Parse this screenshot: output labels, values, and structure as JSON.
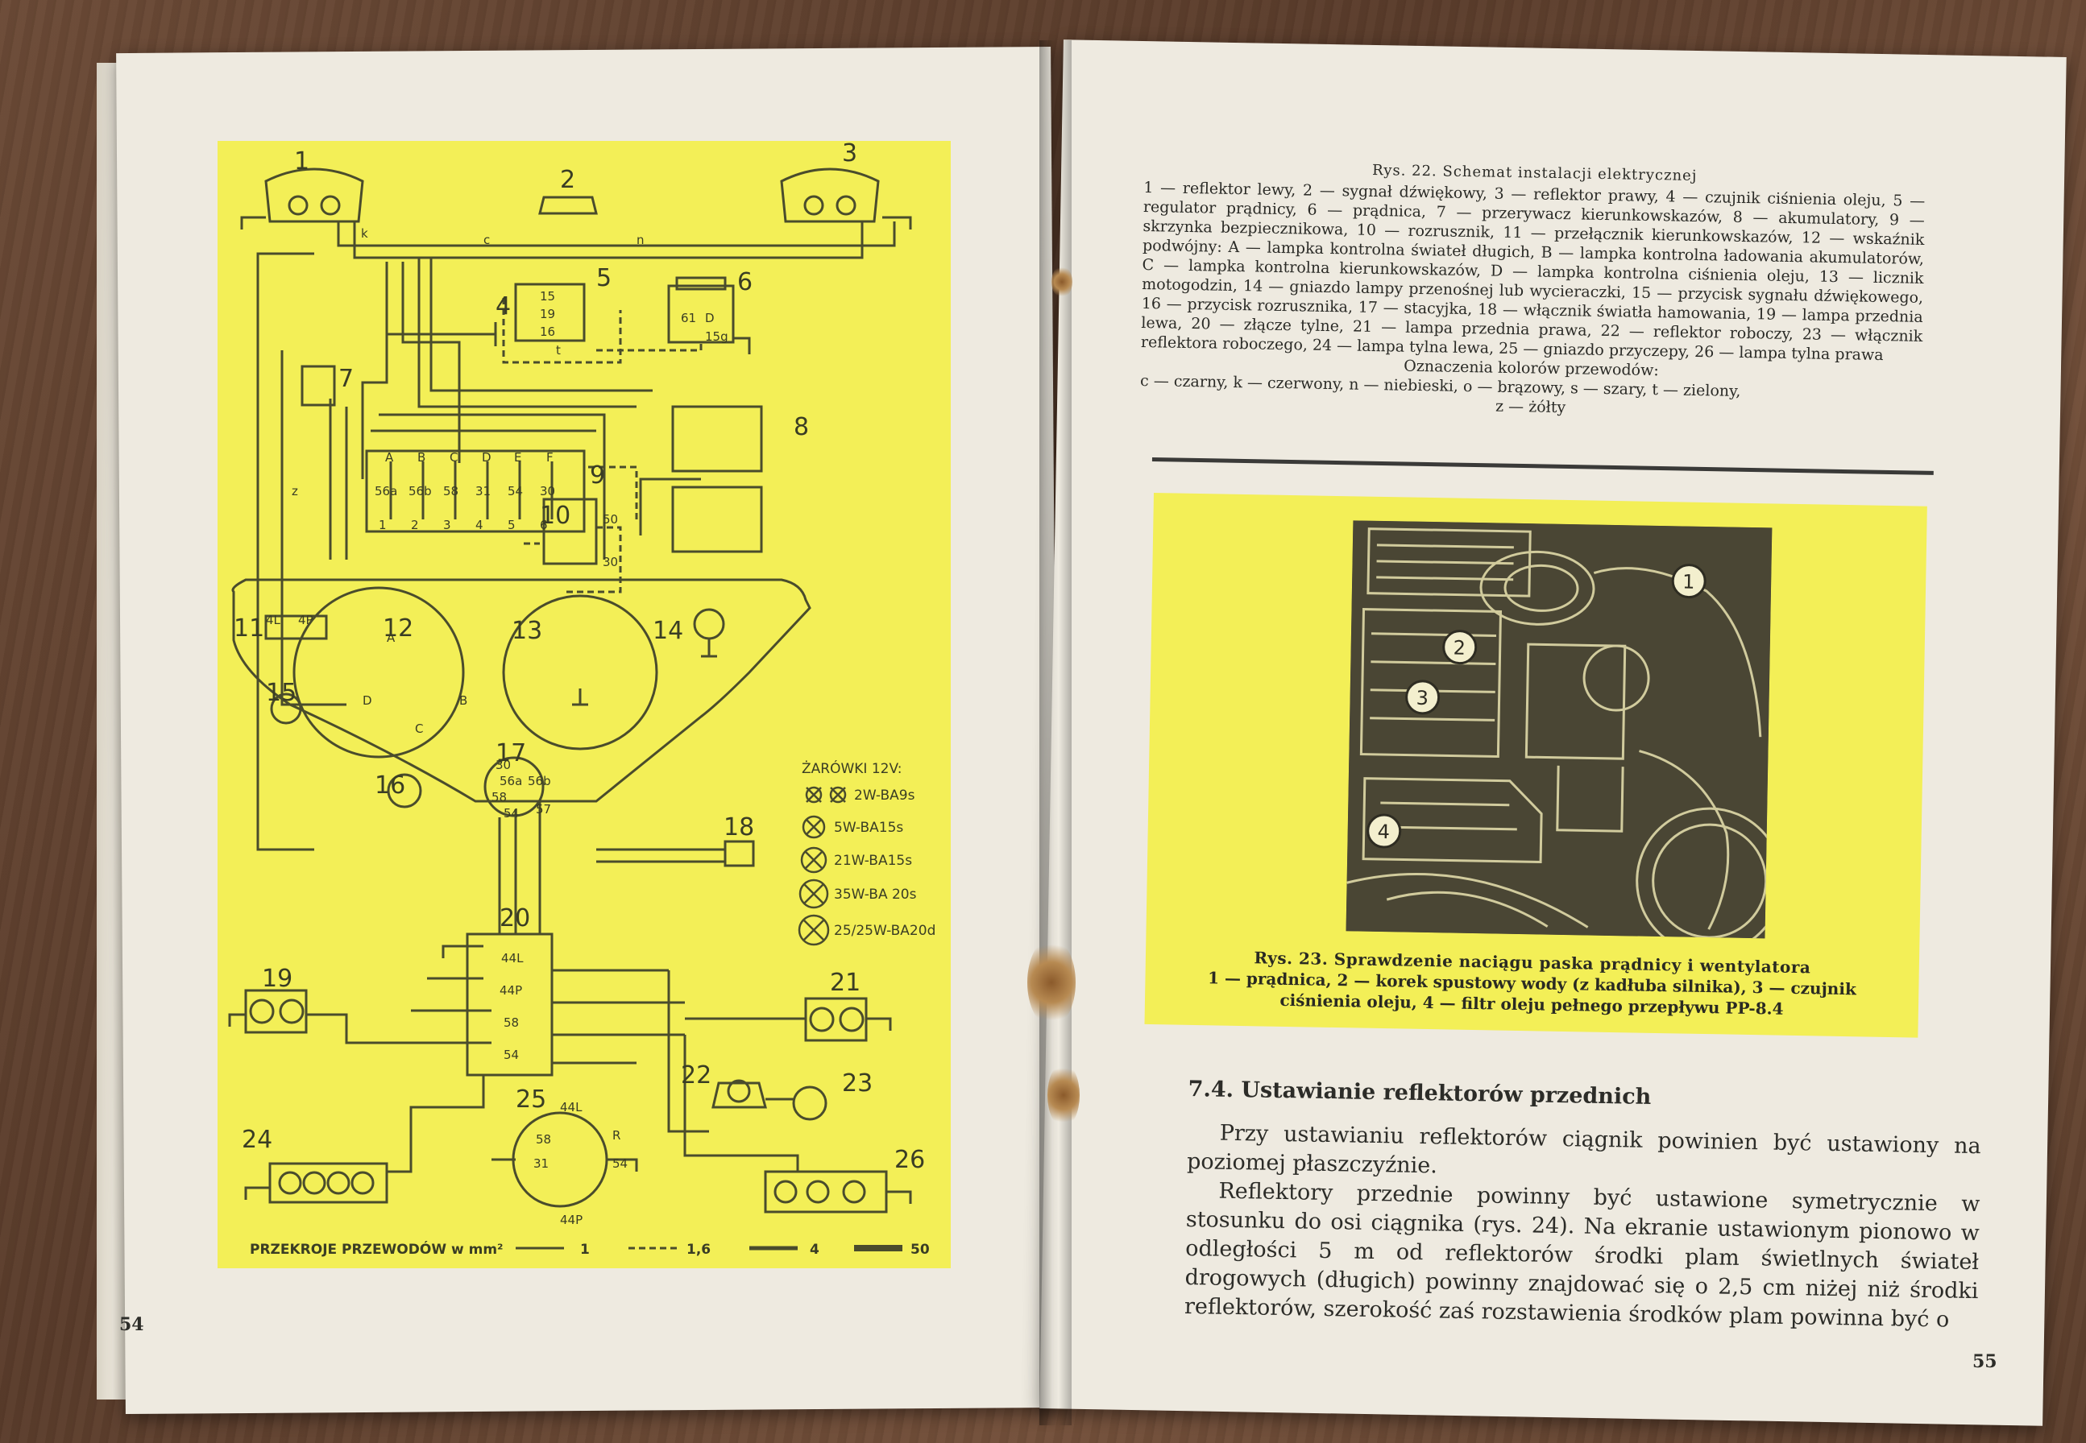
{
  "left_page": {
    "page_number": "54",
    "diagram": {
      "component_numbers": [
        "1",
        "2",
        "3",
        "4",
        "5",
        "6",
        "7",
        "8",
        "9",
        "10",
        "11",
        "12",
        "13",
        "14",
        "15",
        "16",
        "17",
        "18",
        "19",
        "20",
        "21",
        "22",
        "23",
        "24",
        "25",
        "26"
      ],
      "labels": {
        "fuse_box_top": [
          "A",
          "B",
          "C",
          "D",
          "E",
          "F"
        ],
        "fuse_box_bottom": [
          "1",
          "2",
          "3",
          "4",
          "5",
          "6"
        ],
        "fuse_box_inner": [
          "56a",
          "56b",
          "58",
          "31",
          "54",
          "30"
        ],
        "comp5_terminals": [
          "15",
          "19",
          "16"
        ],
        "comp6_terminals": [
          "61",
          "D",
          "15g"
        ],
        "comp10_terminals": [
          "50",
          "30"
        ],
        "comp11_labels": [
          "4L",
          "4P"
        ],
        "comp12_labels": [
          "A",
          "B",
          "C",
          "D"
        ],
        "comp17_terminals": [
          "30",
          "56a",
          "56b",
          "58",
          "54",
          "57"
        ],
        "socket20_terminals": [
          "44L",
          "44P",
          "58",
          "54"
        ],
        "socket25_terminals": [
          "44L",
          "58",
          "31",
          "R",
          "54",
          "44P"
        ],
        "wire_colors": [
          "c",
          "k",
          "n",
          "z",
          "t"
        ]
      },
      "bulb_legend": {
        "title": "ŻARÓWKI 12V:",
        "items": [
          "2W-BA9s",
          "5W-BA15s",
          "21W-BA15s",
          "35W-BA 20s",
          "25/25W-BA20d"
        ]
      },
      "wire_legend": {
        "title": "PRZEKROJE PRZEWODÓW w mm²",
        "items": [
          "1",
          "1,6",
          "4",
          "50"
        ]
      }
    }
  },
  "right_page": {
    "page_number": "55",
    "fig22": {
      "title": "Rys. 22. Schemat instalacji elektrycznej",
      "description": "1 — reflektor lewy, 2 — sygnał dźwiękowy, 3 — reflektor prawy, 4 — czujnik ciśnienia oleju, 5 — regulator prądnicy, 6 — prądnica, 7 — przerywacz kierunkowskazów, 8 — akumulatory, 9 — skrzynka bezpiecznikowa, 10 — rozrusznik, 11 — przełącznik kierunkowskazów, 12 — wskaźnik podwójny: A — lampka kontrolna świateł długich, B — lampka kontrolna ładowania akumulatorów, C — lampka kontrolna kierunkowskazów, D — lampka kontrolna ciśnienia oleju, 13 — licznik motogodzin, 14 — gniazdo lampy przenośnej lub wycieraczki, 15 — przycisk sygnału dźwiękowego, 16 — przycisk rozrusznika, 17 — stacyjka, 18 — włącznik światła hamowania, 19 — lampa przednia lewa, 20 — złącze tylne, 21 — lampa przednia prawa, 22 — reflektor roboczy, 23 — włącznik reflektora roboczego, 24 — lampa tylna lewa, 25 — gniazdo przyczepy, 26 — lampa tylna prawa",
      "colors_heading": "Oznaczenia kolorów przewodów:",
      "colors_line": "c — czarny, k — czerwony, n — niebieski, o — brązowy, s — szary, t — zielony,",
      "colors_last": "z — żółty"
    },
    "fig23": {
      "callouts": [
        "1",
        "2",
        "3",
        "4"
      ],
      "title": "Rys. 23. Sprawdzenie naciągu paska prądnicy i wentylatora",
      "description": "1 — prądnica, 2 — korek spustowy wody (z kadłuba silnika), 3 — czujnik ciśnienia oleju, 4 — filtr oleju pełnego przepływu PP-8.4"
    },
    "section": {
      "heading": "7.4. Ustawianie reflektorów przednich",
      "paragraphs": [
        "Przy ustawianiu reflektorów ciągnik powinien być ustawiony na poziomej płaszczyźnie.",
        "Reflektory przednie powinny być ustawione symetrycznie w stosunku do osi ciągnika (rys. 24). Na ekranie ustawionym pionowo w odległości 5 m od reflektorów środki plam świetlnych świateł drogowych (długich) powinny znajdować się o 2,5 cm niżej niż środki reflektorów, szerokość zaś rozstawienia środków plam powinna być o"
      ]
    }
  }
}
